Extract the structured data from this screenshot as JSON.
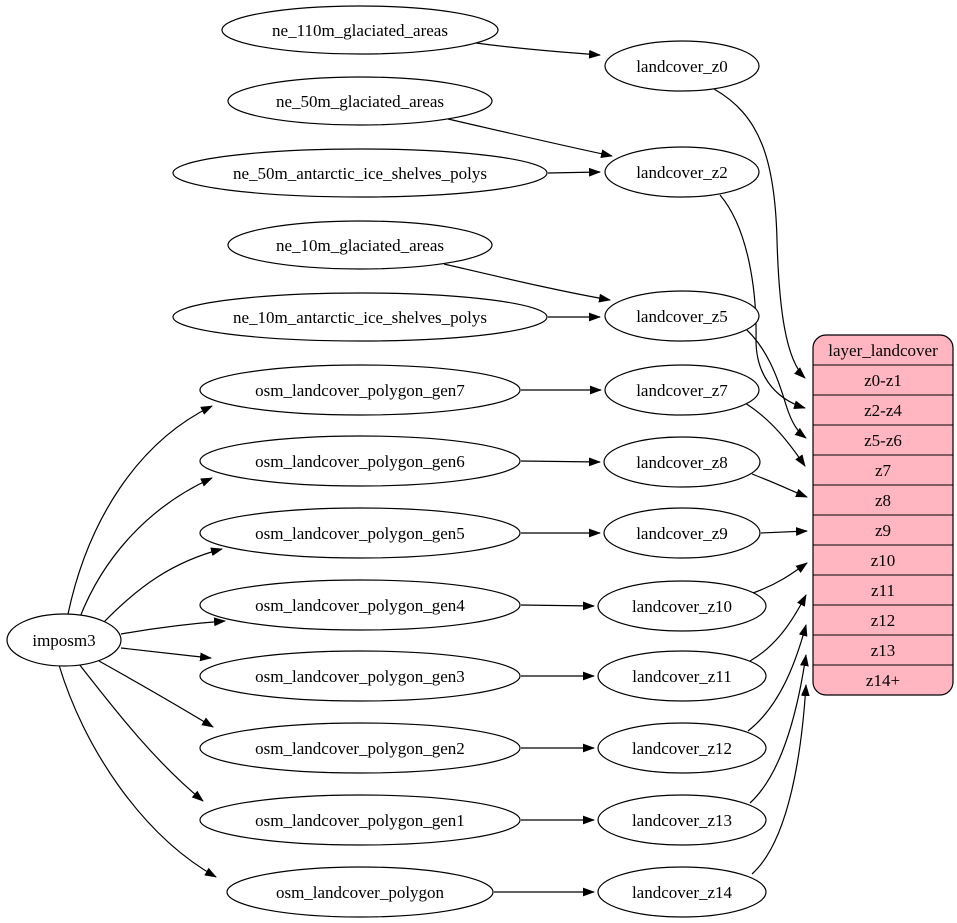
{
  "colors": {
    "background": "#ffffff",
    "node_fill": "#ffffff",
    "stroke": "#000000",
    "text": "#000000",
    "table_fill": "#ffb6c1"
  },
  "importer": {
    "label": "imposm3"
  },
  "sources": [
    "ne_110m_glaciated_areas",
    "ne_50m_glaciated_areas",
    "ne_50m_antarctic_ice_shelves_polys",
    "ne_10m_glaciated_areas",
    "ne_10m_antarctic_ice_shelves_polys",
    "osm_landcover_polygon_gen7",
    "osm_landcover_polygon_gen6",
    "osm_landcover_polygon_gen5",
    "osm_landcover_polygon_gen4",
    "osm_landcover_polygon_gen3",
    "osm_landcover_polygon_gen2",
    "osm_landcover_polygon_gen1",
    "osm_landcover_polygon"
  ],
  "intermediates": [
    "landcover_z0",
    "landcover_z2",
    "landcover_z5",
    "landcover_z7",
    "landcover_z8",
    "landcover_z9",
    "landcover_z10",
    "landcover_z11",
    "landcover_z12",
    "landcover_z13",
    "landcover_z14"
  ],
  "table": {
    "title": "layer_landcover",
    "rows": [
      "z0-z1",
      "z2-z4",
      "z5-z6",
      "z7",
      "z8",
      "z9",
      "z10",
      "z11",
      "z12",
      "z13",
      "z14+"
    ]
  },
  "edges": [
    [
      "imposm3",
      "osm_landcover_polygon_gen7"
    ],
    [
      "imposm3",
      "osm_landcover_polygon_gen6"
    ],
    [
      "imposm3",
      "osm_landcover_polygon_gen5"
    ],
    [
      "imposm3",
      "osm_landcover_polygon_gen4"
    ],
    [
      "imposm3",
      "osm_landcover_polygon_gen3"
    ],
    [
      "imposm3",
      "osm_landcover_polygon_gen2"
    ],
    [
      "imposm3",
      "osm_landcover_polygon_gen1"
    ],
    [
      "imposm3",
      "osm_landcover_polygon"
    ],
    [
      "ne_110m_glaciated_areas",
      "landcover_z0"
    ],
    [
      "ne_50m_glaciated_areas",
      "landcover_z2"
    ],
    [
      "ne_50m_antarctic_ice_shelves_polys",
      "landcover_z2"
    ],
    [
      "ne_10m_glaciated_areas",
      "landcover_z5"
    ],
    [
      "ne_10m_antarctic_ice_shelves_polys",
      "landcover_z5"
    ],
    [
      "osm_landcover_polygon_gen7",
      "landcover_z7"
    ],
    [
      "osm_landcover_polygon_gen6",
      "landcover_z8"
    ],
    [
      "osm_landcover_polygon_gen5",
      "landcover_z9"
    ],
    [
      "osm_landcover_polygon_gen4",
      "landcover_z10"
    ],
    [
      "osm_landcover_polygon_gen3",
      "landcover_z11"
    ],
    [
      "osm_landcover_polygon_gen2",
      "landcover_z12"
    ],
    [
      "osm_landcover_polygon_gen1",
      "landcover_z13"
    ],
    [
      "osm_landcover_polygon",
      "landcover_z14"
    ],
    [
      "landcover_z0",
      "layer_landcover:z0-z1"
    ],
    [
      "landcover_z2",
      "layer_landcover:z2-z4"
    ],
    [
      "landcover_z5",
      "layer_landcover:z5-z6"
    ],
    [
      "landcover_z7",
      "layer_landcover:z7"
    ],
    [
      "landcover_z8",
      "layer_landcover:z8"
    ],
    [
      "landcover_z9",
      "layer_landcover:z9"
    ],
    [
      "landcover_z10",
      "layer_landcover:z10"
    ],
    [
      "landcover_z11",
      "layer_landcover:z11"
    ],
    [
      "landcover_z12",
      "layer_landcover:z12"
    ],
    [
      "landcover_z13",
      "layer_landcover:z13"
    ],
    [
      "landcover_z14",
      "layer_landcover:z14+"
    ]
  ]
}
